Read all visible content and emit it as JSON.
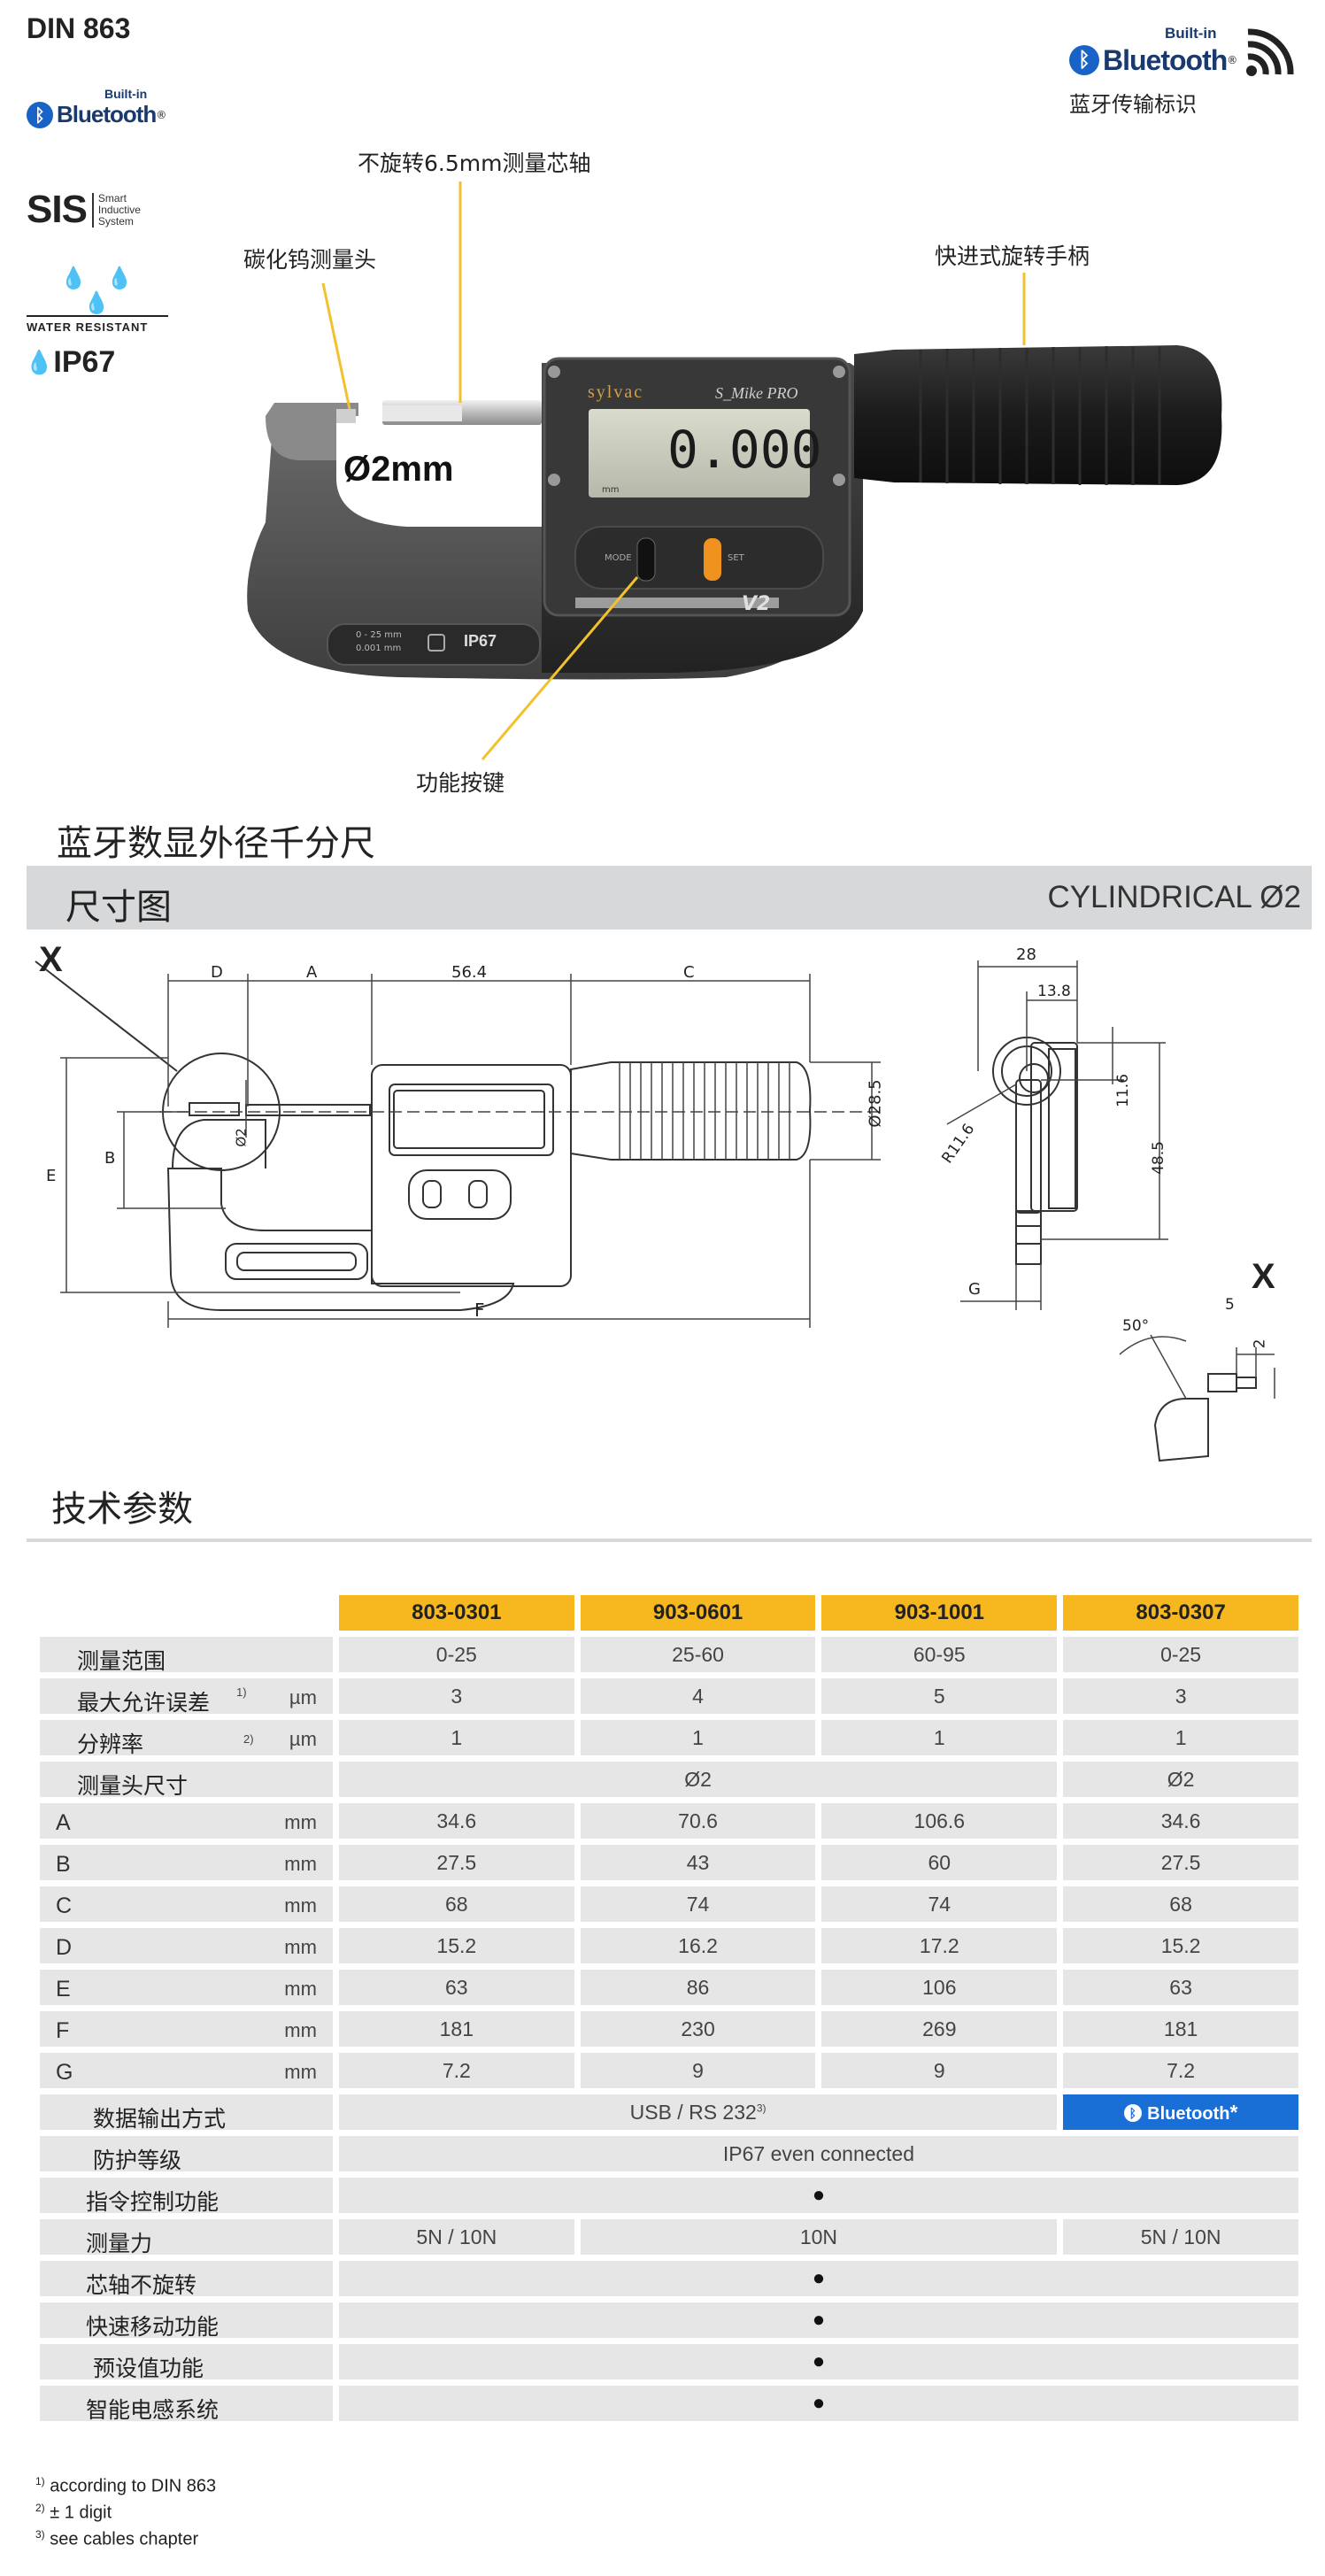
{
  "header": {
    "din": "DIN 863",
    "bt_top": "Built-in",
    "bt_word": "Bluetooth",
    "bt_mark": "®",
    "sis_main": "SIS",
    "sis_sub": [
      "Smart",
      "Inductive",
      "System"
    ],
    "water": "WATER RESISTANT",
    "ip": "IP67",
    "right_caption": "蓝牙传输标识"
  },
  "product": {
    "callouts": {
      "spindle": "不旋转6.5mm测量芯轴",
      "tip": "碳化钨测量头",
      "handle": "快进式旋转手柄",
      "keys": "功能按键"
    },
    "diameter_label": "Ø2mm",
    "brand": "sylvac",
    "model": "S_Mike PRO",
    "display": "0.000",
    "unit_mm": "mm",
    "btn_mode": "MODE",
    "btn_set": "SET",
    "v2": "V2",
    "body_range": "0 - 25 mm",
    "body_res": "0.001 mm",
    "body_ip": "IP67",
    "colors": {
      "accent": "#f6b81e",
      "bluetooth": "#1a6fd6",
      "callout": "#f2c12e"
    }
  },
  "titles": {
    "product_name": "蓝牙数显外径千分尺",
    "dimension": "尺寸图",
    "shape": "CYLINDRICAL Ø2",
    "tech": "技术参数"
  },
  "drawing": {
    "x_mark": "X",
    "dims_top": [
      "D",
      "A",
      "56.4",
      "C"
    ],
    "dim_E": "E",
    "dim_B": "B",
    "dim_F": "F",
    "dim_dia": "Ø28.5",
    "dim_o2": "Ø2",
    "side": {
      "w28": "28",
      "w138": "13.8",
      "h116": "11.6",
      "h485": "48.5",
      "r116": "R11.6",
      "g": "G"
    },
    "detail": {
      "angle": "50°",
      "len": "5",
      "dia": "2"
    }
  },
  "table": {
    "models": [
      "803-0301",
      "903-0601",
      "903-1001",
      "803-0307"
    ],
    "rows": [
      {
        "label": "测量范围",
        "unit": "",
        "sup": "",
        "values": [
          "0-25",
          "25-60",
          "60-95",
          "0-25"
        ]
      },
      {
        "label": "最大允许误差",
        "unit": "µm",
        "sup": "1)",
        "values": [
          "3",
          "4",
          "5",
          "3"
        ]
      },
      {
        "label": "分辨率",
        "unit": "µm",
        "sup": "2)",
        "values": [
          "1",
          "1",
          "1",
          "1"
        ]
      },
      {
        "label": "测量头尺寸",
        "unit": "",
        "sup": "",
        "span3": "Ø2",
        "last": "Ø2"
      },
      {
        "label": "A",
        "unit": "mm",
        "letter": true,
        "values": [
          "34.6",
          "70.6",
          "106.6",
          "34.6"
        ]
      },
      {
        "label": "B",
        "unit": "mm",
        "letter": true,
        "values": [
          "27.5",
          "43",
          "60",
          "27.5"
        ]
      },
      {
        "label": "C",
        "unit": "mm",
        "letter": true,
        "values": [
          "68",
          "74",
          "74",
          "68"
        ]
      },
      {
        "label": "D",
        "unit": "mm",
        "letter": true,
        "values": [
          "15.2",
          "16.2",
          "17.2",
          "15.2"
        ]
      },
      {
        "label": "E",
        "unit": "mm",
        "letter": true,
        "values": [
          "63",
          "86",
          "106",
          "63"
        ]
      },
      {
        "label": "F",
        "unit": "mm",
        "letter": true,
        "values": [
          "181",
          "230",
          "269",
          "181"
        ]
      },
      {
        "label": "G",
        "unit": "mm",
        "letter": true,
        "values": [
          "7.2",
          "9",
          "9",
          "7.2"
        ]
      }
    ],
    "output": {
      "label": "数据输出方式",
      "span3": "USB / RS 232",
      "sup": "3)",
      "last": "Bluetooth",
      "last_star": "*"
    },
    "protection": {
      "label": "防护等级",
      "span4": "IP67 even connected"
    },
    "command": {
      "label": "指令控制功能",
      "mark": "●"
    },
    "force": {
      "label": "测量力",
      "first": "5N / 10N",
      "middle": "10N",
      "last": "5N / 10N"
    },
    "nonrot": {
      "label": "芯轴不旋转",
      "mark": "●"
    },
    "fast": {
      "label": "快速移动功能",
      "mark": "●"
    },
    "preset": {
      "label": "预设值功能",
      "mark": "●"
    },
    "sis": {
      "label": "智能电感系统",
      "mark": "●"
    }
  },
  "footnotes": [
    {
      "num": "1)",
      "text": "according to DIN 863"
    },
    {
      "num": "2)",
      "text": "± 1 digit"
    },
    {
      "num": "3)",
      "text": "see cables chapter"
    }
  ]
}
